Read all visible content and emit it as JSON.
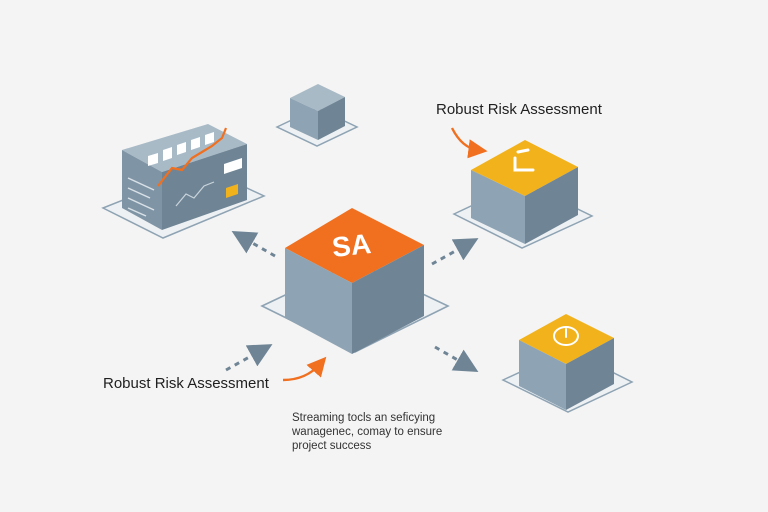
{
  "labels": {
    "top_right": "Robust Risk Assessment",
    "left": "Robust Risk Assessment"
  },
  "center_block": {
    "text": "SA"
  },
  "caption": {
    "line1": "Streaming tocls an seficying",
    "line2": "wanagenec, comay to ensure",
    "line3": "project success"
  },
  "colors": {
    "background": "#f4f4f4",
    "block_side_light": "#8ea3b3",
    "block_side_dark": "#6f8596",
    "block_top_gray": "#a9bac7",
    "accent_orange": "#f07020",
    "accent_yellow": "#f2b21c",
    "arrow_gray": "#6f8596"
  },
  "icons": {
    "top_right_block": "refresh-arrow-icon",
    "bottom_right_block": "power-icon",
    "dashboard_block": "line-chart-icon"
  }
}
